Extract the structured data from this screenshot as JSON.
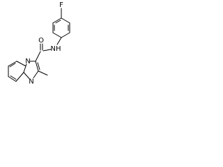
{
  "structure": {
    "atoms": {
      "fluorine": "F",
      "amide_oxygen": "O",
      "amide_nh": "NH",
      "ring_n_top": "N",
      "ring_n_bottom": "N"
    },
    "colors": {
      "bonds": "#000000",
      "labels": "#000000",
      "background": "#ffffff"
    }
  }
}
